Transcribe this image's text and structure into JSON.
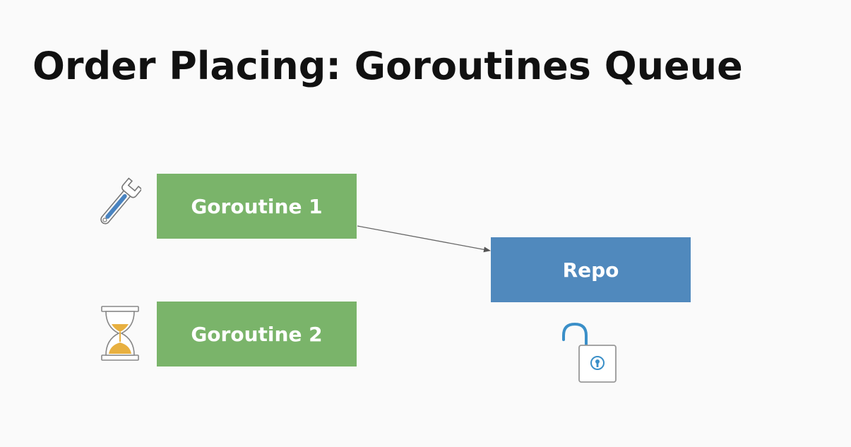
{
  "slide": {
    "title": "Order Placing: Goroutines Queue"
  },
  "nodes": {
    "goroutine_1": {
      "label": "Goroutine 1",
      "color": "#7ab46a",
      "icon": "wrench-icon"
    },
    "goroutine_2": {
      "label": "Goroutine 2",
      "color": "#7ab46a",
      "icon": "hourglass-icon"
    },
    "repo": {
      "label": "Repo",
      "color": "#5089bd",
      "icon": "open-padlock-icon"
    }
  },
  "edges": [
    {
      "from": "goroutine_1",
      "to": "repo"
    }
  ],
  "colors": {
    "background": "#fafafa",
    "title": "#111111",
    "arrow": "#555555",
    "hourglass_sand": "#e8b040",
    "wrench_blue": "#4a84c0",
    "lock_blue": "#3a8fc8"
  }
}
